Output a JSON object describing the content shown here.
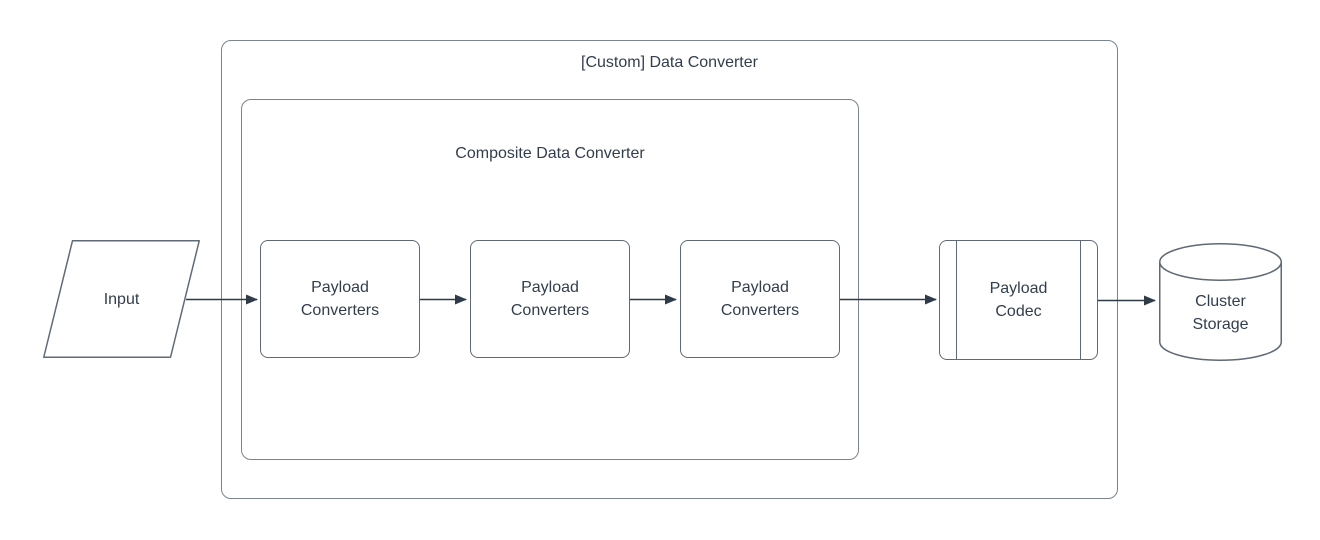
{
  "diagram": {
    "type": "flowchart",
    "outer_group": {
      "label": "[Custom] Data Converter"
    },
    "inner_group": {
      "label": "Composite Data Converter"
    },
    "nodes": {
      "input": {
        "label": "Input",
        "shape": "parallelogram"
      },
      "payload_converters_1": {
        "label": "Payload\nConverters",
        "shape": "rounded-rectangle"
      },
      "payload_converters_2": {
        "label": "Payload\nConverters",
        "shape": "rounded-rectangle"
      },
      "payload_converters_3": {
        "label": "Payload\nConverters",
        "shape": "rounded-rectangle"
      },
      "payload_codec": {
        "label": "Payload\nCodec",
        "shape": "predefined-process"
      },
      "cluster_storage": {
        "label": "Cluster\nStorage",
        "shape": "cylinder"
      }
    },
    "edges": [
      {
        "from": "input",
        "to": "payload_converters_1"
      },
      {
        "from": "payload_converters_1",
        "to": "payload_converters_2"
      },
      {
        "from": "payload_converters_2",
        "to": "payload_converters_3"
      },
      {
        "from": "payload_converters_3",
        "to": "payload_codec"
      },
      {
        "from": "payload_codec",
        "to": "cluster_storage"
      }
    ]
  },
  "colors": {
    "background": "#ffffff",
    "text": "#323e4d",
    "shape-stroke": "#5f6a76",
    "container-stroke": "#7b838d",
    "arrow": "#2f3b49"
  }
}
